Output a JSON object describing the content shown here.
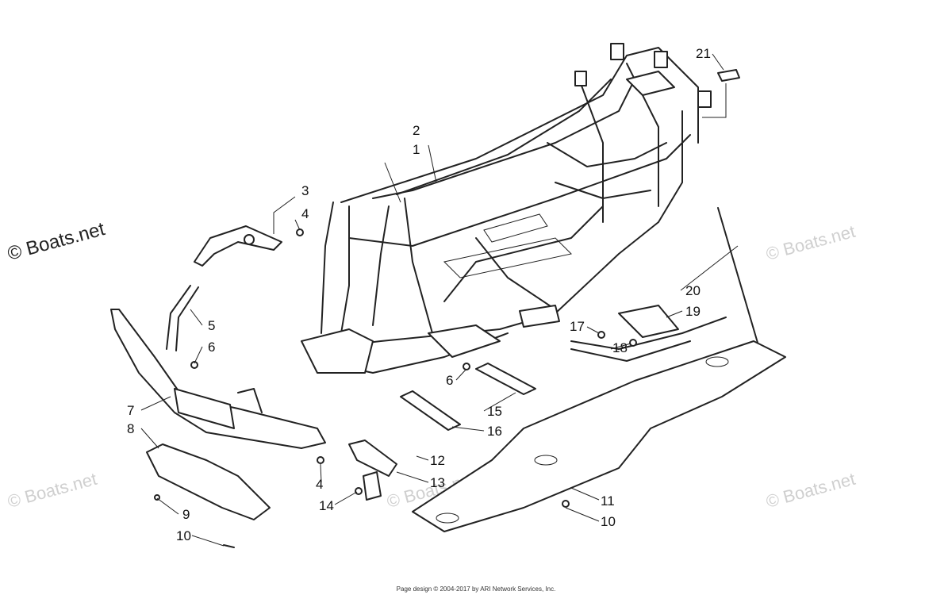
{
  "watermark": {
    "main": "© Boats.net",
    "faint": "© Boats.net"
  },
  "callouts": [
    {
      "id": "c1",
      "label": "1"
    },
    {
      "id": "c2",
      "label": "2"
    },
    {
      "id": "c3",
      "label": "3"
    },
    {
      "id": "c4a",
      "label": "4"
    },
    {
      "id": "c5",
      "label": "5"
    },
    {
      "id": "c6a",
      "label": "6"
    },
    {
      "id": "c6b",
      "label": "6"
    },
    {
      "id": "c7",
      "label": "7"
    },
    {
      "id": "c8",
      "label": "8"
    },
    {
      "id": "c9",
      "label": "9"
    },
    {
      "id": "c10a",
      "label": "10"
    },
    {
      "id": "c4b",
      "label": "4"
    },
    {
      "id": "c14",
      "label": "14"
    },
    {
      "id": "c12",
      "label": "12"
    },
    {
      "id": "c13",
      "label": "13"
    },
    {
      "id": "c15",
      "label": "15"
    },
    {
      "id": "c16",
      "label": "16"
    },
    {
      "id": "c17",
      "label": "17"
    },
    {
      "id": "c18",
      "label": "18"
    },
    {
      "id": "c19",
      "label": "19"
    },
    {
      "id": "c20",
      "label": "20"
    },
    {
      "id": "c21",
      "label": "21"
    },
    {
      "id": "c11",
      "label": "11"
    },
    {
      "id": "c10b",
      "label": "10"
    }
  ],
  "footer": "Page design © 2004-2017 by ARI Network Services, Inc."
}
